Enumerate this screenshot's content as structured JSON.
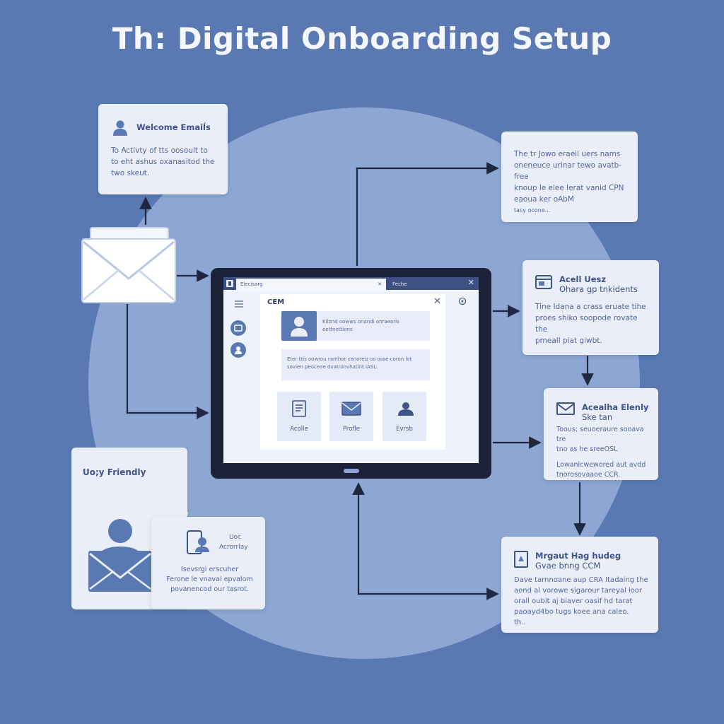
{
  "title": "Th: Digital Onboarding Setup",
  "colors": {
    "background": "#5a79b3",
    "circle": "#8da6d3",
    "card": "#e9eef9",
    "arrow": "#1f2740",
    "accent": "#3f5487"
  },
  "cards": {
    "welcome": {
      "title": "Welcome Emaiĺs",
      "icon": "user-icon",
      "body": [
        "To Activty of tts oosoult to",
        "to eht ashus oxanasitod the",
        "two skeut."
      ]
    },
    "top_right": {
      "body": [
        "The tr Jowo eraeil uers nams",
        "oneneuce urinar tewo avatb-free",
        "knoup le elee lerat vanid CPN",
        "eaoua ker oAbM",
        "tasy ocone..."
      ]
    },
    "access": {
      "title": "Acell Uesz",
      "subtitle": "Ohara gp tnkidents",
      "icon": "browser-window-icon",
      "body": [
        "Tine Idana a crass eruate tihe",
        "proes shiko soopode rovate the",
        "pmeall piat giwbt."
      ]
    },
    "academic": {
      "title": "Acealha Elenly",
      "subtitle": "Ske tan",
      "icon": "envelope-icon",
      "body": [
        "Toous; seuoeraure sooava tre",
        "tno as he sreeOSL",
        "Lowanicwewored aut avdd",
        "tnorosovaaoe CCR."
      ]
    },
    "bottom_right": {
      "title": "Mrgaut Hag hudeg",
      "subtitle": "Gvae bnng CCM",
      "icon": "document-icon",
      "body": [
        "Dave tarnnoane aup CRA Itadaing the",
        "aond al vorowe sigarour tareyal loor",
        "orall oubit aj biaver oasif hd tarat",
        "paoayd4bo tugs koee ana caleo.",
        "th.."
      ]
    },
    "user_friendly": {
      "title": "Uo;y Friendly",
      "icon": "user-envelope-icon"
    },
    "user_access": {
      "title": [
        "Uoc",
        "Acrorrlay"
      ],
      "icon": "phone-user-icon",
      "body": [
        "Isevsrgi erscuher",
        "Ferone le vnaval epvalom",
        "povanencod our tasrot."
      ]
    }
  },
  "tablet": {
    "tab_active": "Elecisarg",
    "tab_inactive": "Feche",
    "tab_close": "✕",
    "panel_title": "CEM",
    "panel_close": "✕",
    "profile_text": [
      "Kilond oowws onandi onraeorls",
      "eettnottions"
    ],
    "info_text": [
      "Eter ttis oowrou ramhor cenoreiz os osse coron lot",
      "sovien peoceoe dvatronvhatint.iASL."
    ],
    "tiles": [
      {
        "label": "Acolle",
        "icon": "document-icon"
      },
      {
        "label": "Profle",
        "icon": "envelope-icon"
      },
      {
        "label": "Evrsb",
        "icon": "user-icon"
      }
    ]
  }
}
